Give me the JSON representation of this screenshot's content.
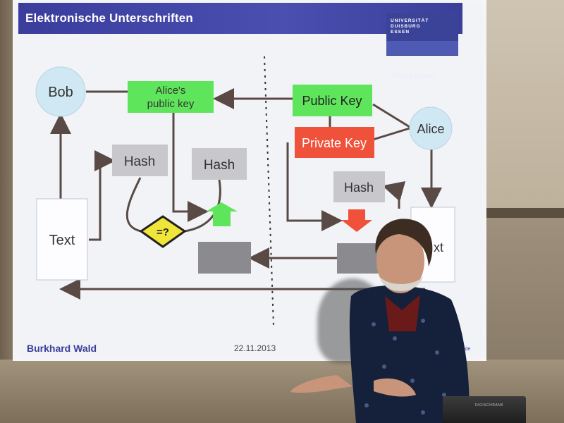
{
  "slide": {
    "title": "Elektronische Unterschriften",
    "logo_text": "UNIVERSITÄT\nDUISBURG\nESSEN",
    "logo_slogan": "Offen im Denken",
    "footer_author": "Burkhard Wald",
    "footer_date": "22.11.2013",
    "footer_tail": "ide"
  },
  "diagram": {
    "bob": "Bob",
    "alice": "Alice",
    "alice_public_key_line1": "Alice's",
    "alice_public_key_line2": "public key",
    "public_key": "Public Key",
    "private_key": "Private Key",
    "hash_left": "Hash",
    "hash_mid": "Hash",
    "hash_right": "Hash",
    "compare": "=?",
    "text_left": "Text",
    "text_right": "xt"
  },
  "podium_label": "DIGISCHRANK",
  "colors": {
    "header_blue": "#3a3d9c",
    "key_green": "#5fe55c",
    "key_red": "#f0513a",
    "person_circle": "#cfe8f3",
    "hash_gray": "#c7c7cc",
    "compare_yellow": "#f0e63a"
  }
}
